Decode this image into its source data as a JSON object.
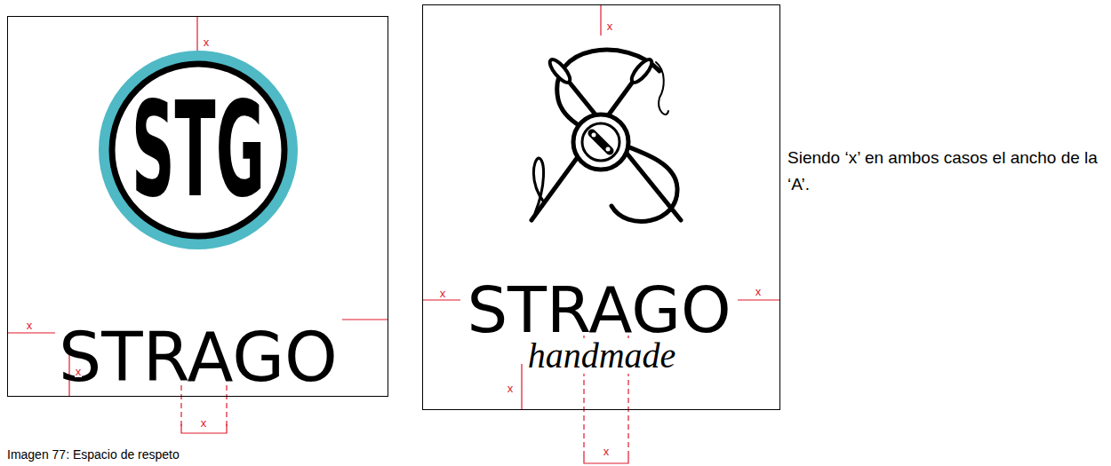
{
  "diagram": {
    "caption": "Imagen 77: Espacio de respeto",
    "nodes": [
      {
        "text": [
          "STRAGO"
        ]
      },
      {
        "text": [
          "STG"
        ],
        "in": 0
      },
      {
        "text": [
          "STRAGO",
          "handmade"
        ]
      }
    ],
    "labels": [
      "x",
      "x",
      "x",
      "x",
      "x",
      "x",
      "x",
      "x",
      "x",
      "Siendo ‘x’ en ambos casos el ancho de la ‘A’."
    ]
  }
}
